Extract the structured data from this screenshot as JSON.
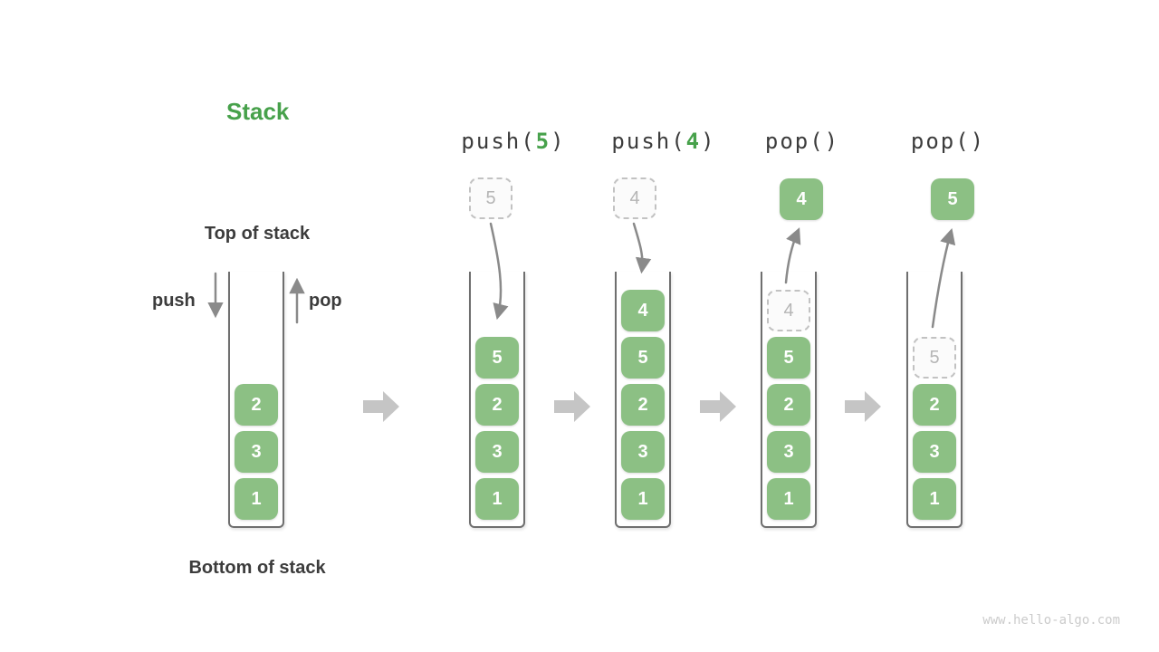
{
  "title": "Stack",
  "watermark": "www.hello-algo.com",
  "labels": {
    "top_of_stack": "Top of stack",
    "bottom_of_stack": "Bottom of stack",
    "push": "push",
    "pop": "pop"
  },
  "operations": [
    {
      "prefix": "push(",
      "arg": "5",
      "suffix": ")"
    },
    {
      "prefix": "push(",
      "arg": "4",
      "suffix": ")"
    },
    {
      "prefix": "pop()",
      "arg": "",
      "suffix": ""
    },
    {
      "prefix": "pop()",
      "arg": "",
      "suffix": ""
    }
  ],
  "stacks": [
    {
      "name": "initial",
      "cells": [
        "2",
        "3",
        "1"
      ]
    },
    {
      "name": "after-push-5",
      "incoming": "5",
      "cells": [
        "5",
        "2",
        "3",
        "1"
      ]
    },
    {
      "name": "after-push-4",
      "incoming": "4",
      "cells": [
        "4",
        "5",
        "2",
        "3",
        "1"
      ]
    },
    {
      "name": "after-pop-4",
      "popped": "4",
      "ghost": "4",
      "cells": [
        "5",
        "2",
        "3",
        "1"
      ]
    },
    {
      "name": "after-pop-5",
      "popped": "5",
      "ghost": "5",
      "cells": [
        "2",
        "3",
        "1"
      ]
    }
  ],
  "colors": {
    "accent_green": "#47a14b",
    "cell_green": "#8cc084",
    "text_dark": "#3c3c3c",
    "thin_arrow_gray": "#8a8a8a",
    "block_arrow_gray": "#c5c5c5",
    "container_wall": "#6f6f6f",
    "ghost_border": "#c2c2c2",
    "ghost_text": "#b5b5b5",
    "watermark_gray": "#cbcbcb"
  }
}
